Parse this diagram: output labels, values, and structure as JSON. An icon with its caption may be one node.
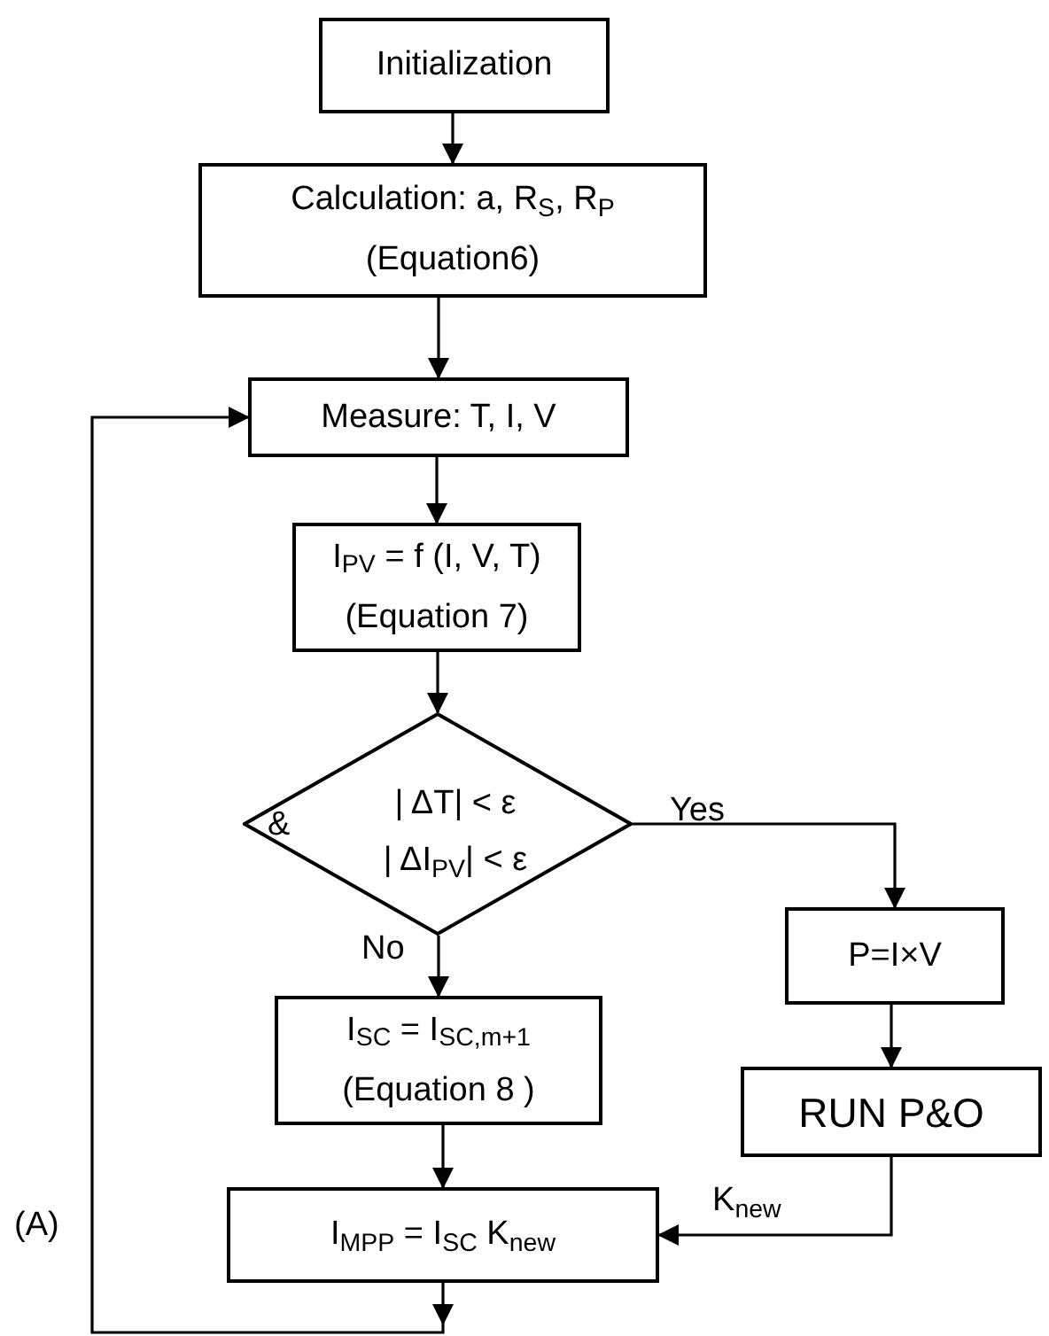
{
  "diagram": {
    "nodes": [
      {
        "text": [
          "Initialization"
        ]
      },
      {
        "text": [
          "Calculation: a, R$_{S}$, R$_{P}$",
          "(Equation6)"
        ]
      },
      {
        "text": [
          "Measure: T, I, V"
        ]
      },
      {
        "text": [
          "I$_{PV}$ = f (I, V, T)",
          "(Equation 7)"
        ]
      },
      {
        "text": [
          "&",
          "| ΔT| < ε",
          "| ΔI$_{PV}$| < ε"
        ]
      },
      {
        "text": [
          "P=I×V"
        ]
      },
      {
        "text": [
          "I$_{SC}$ = I$_{SC,m+1}$",
          "(Equation 8 )"
        ]
      },
      {
        "text": [
          "RUN P&O"
        ]
      },
      {
        "text": [
          "I$_{MPP}$ = I$_{SC}$ K$_{new}$"
        ]
      }
    ],
    "edges": [
      {
        "from": 0,
        "to": 1,
        "arrow": "to"
      },
      {
        "from": 1,
        "to": 2,
        "arrow": "to"
      },
      {
        "from": 2,
        "to": 3,
        "arrow": "to"
      },
      {
        "from": 3,
        "to": 4,
        "arrow": "to"
      },
      {
        "from": 4,
        "to": 5,
        "arrow": "to",
        "label": "Yes"
      },
      {
        "from": 4,
        "to": 6,
        "arrow": "to",
        "label": "No"
      },
      {
        "from": 5,
        "to": 7,
        "arrow": "to"
      },
      {
        "from": 6,
        "to": 8,
        "arrow": "to"
      },
      {
        "from": 7,
        "to": 8,
        "arrow": "to",
        "label": "K$_{new}$"
      },
      {
        "from": 8,
        "to": 2,
        "arrow": "to",
        "label": "(A)"
      }
    ]
  }
}
